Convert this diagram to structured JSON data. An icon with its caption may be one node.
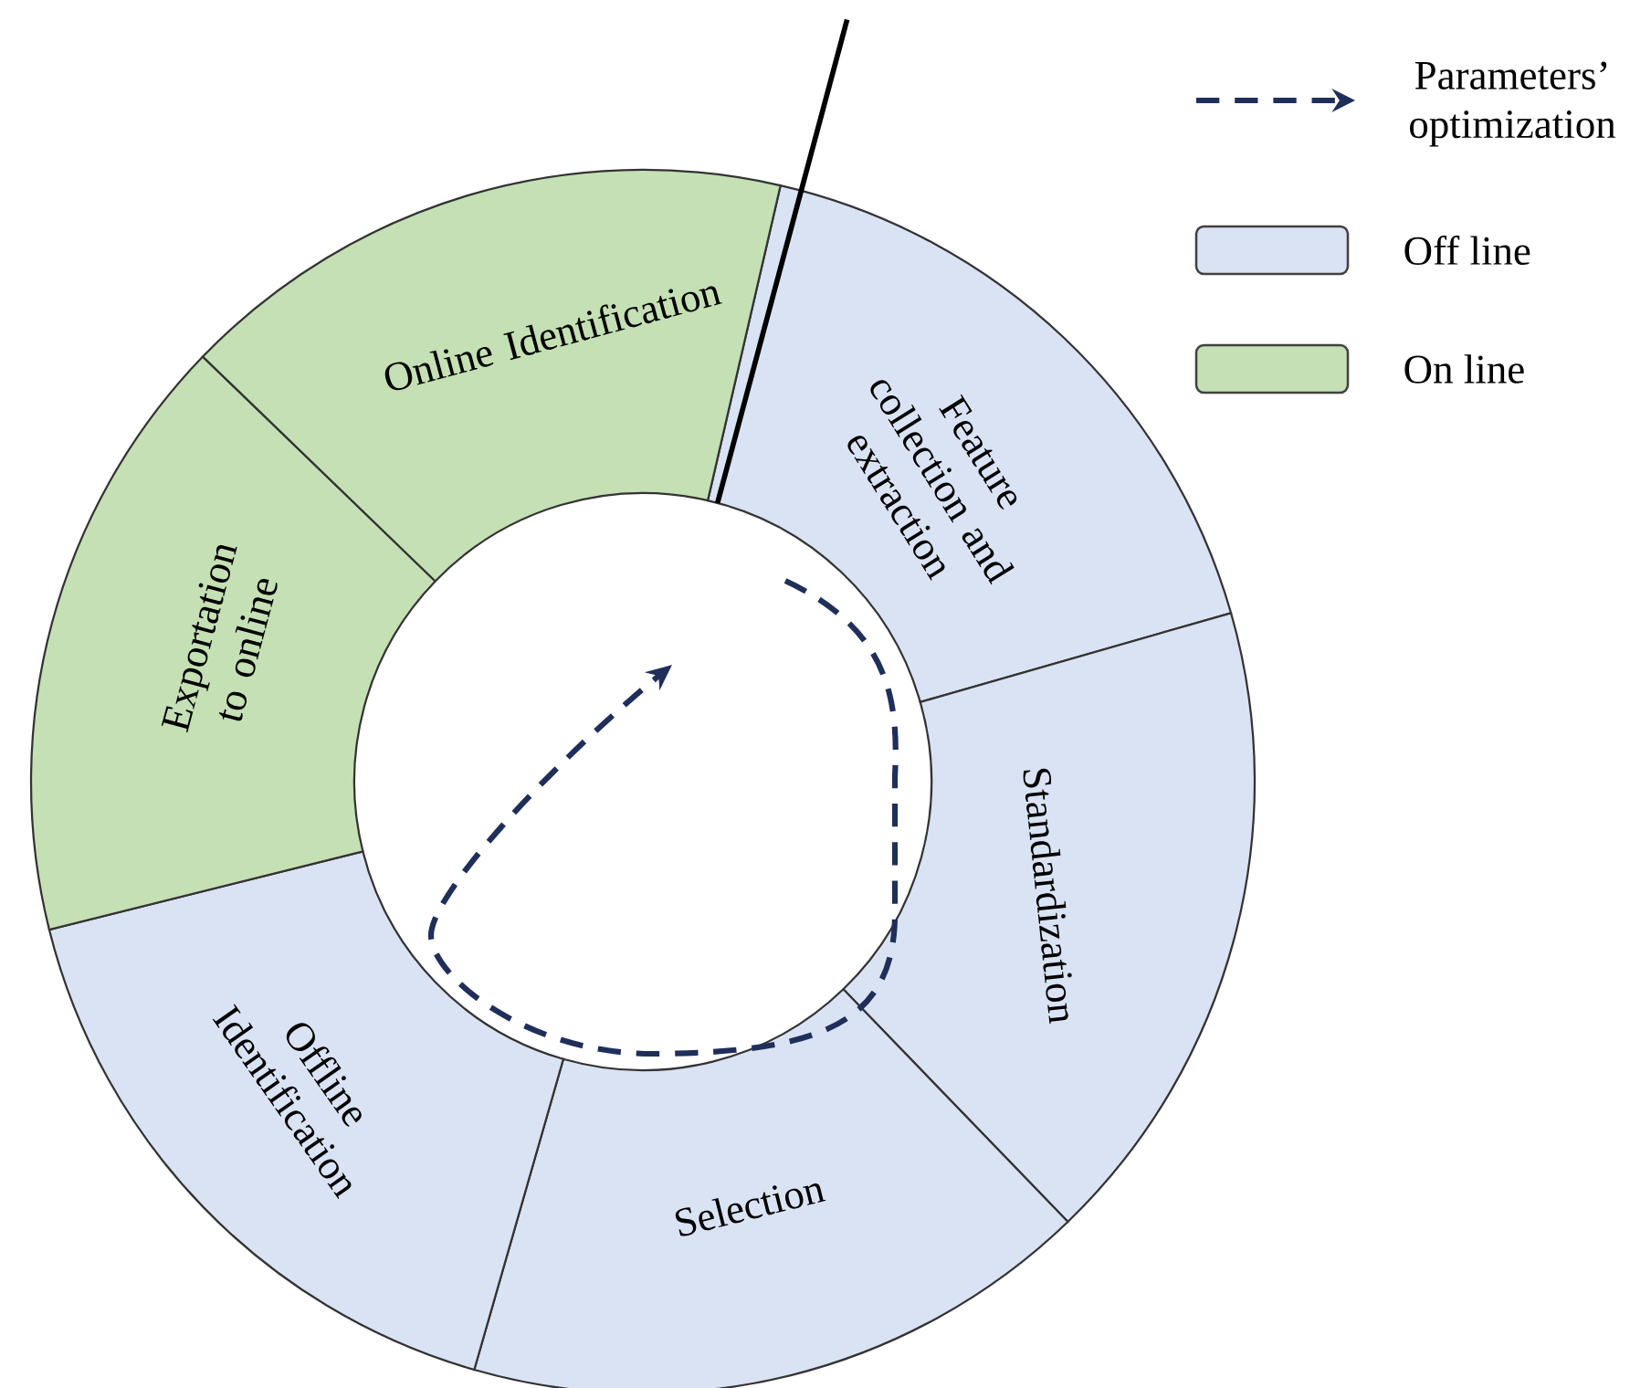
{
  "diagram": {
    "nodes": [
      {
        "text": [
          "Feature collection and extraction"
        ]
      },
      {
        "text": [
          "Standardization"
        ]
      },
      {
        "text": [
          "Selection"
        ]
      },
      {
        "text": [
          "Offline Identification"
        ]
      },
      {
        "text": [
          "Exportation to online"
        ]
      },
      {
        "text": [
          "Online Identification"
        ]
      }
    ],
    "legend": [
      {
        "text": "Parameters’ optimization"
      },
      {
        "text": "Off line",
        "color": "#dae3f3"
      },
      {
        "text": "On line",
        "color": "#c5e0b4"
      }
    ]
  }
}
